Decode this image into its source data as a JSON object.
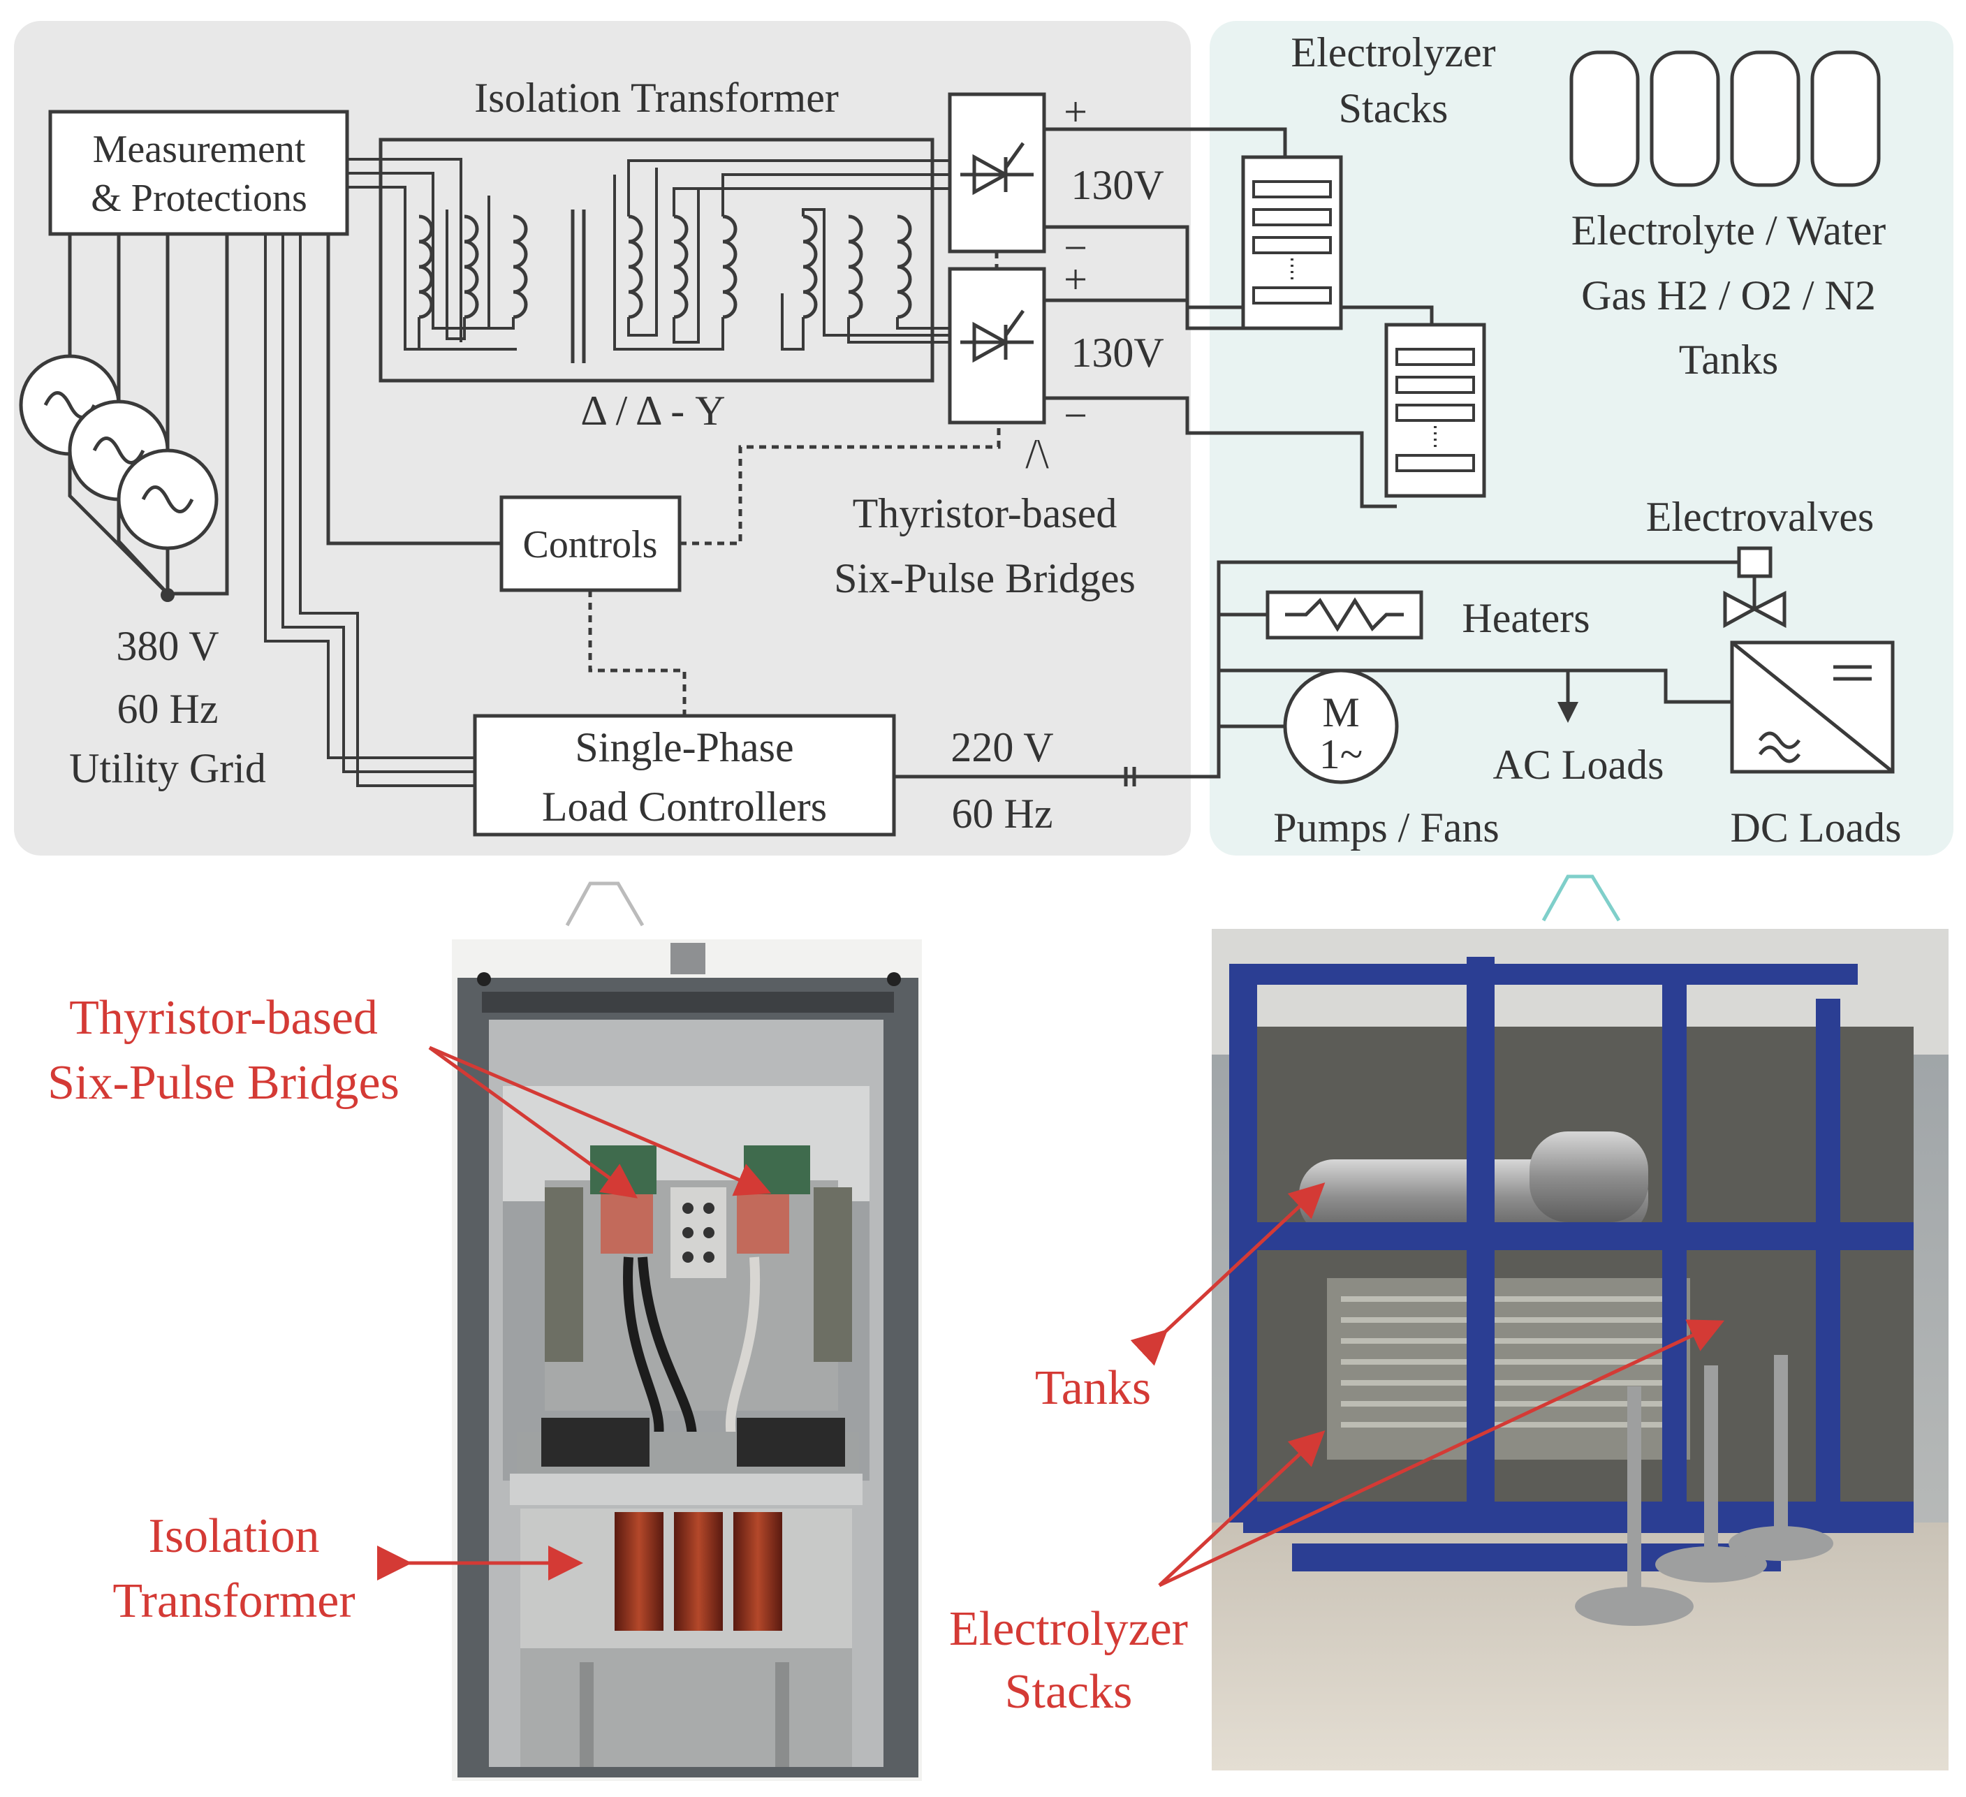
{
  "diagram": {
    "isolation_transformer": "Isolation Transformer",
    "measurement_line1": "Measurement",
    "measurement_line2": "& Protections",
    "transformer_config": "Δ / Δ - Y",
    "voltage_top": "130V",
    "voltage_bottom": "130V",
    "plus": "+",
    "minus": "−",
    "bridges_line1": "Thyristor-based",
    "bridges_line2": "Six-Pulse Bridges",
    "bridges_marker": "/\\",
    "controls": "Controls",
    "grid_line1": "380 V",
    "grid_line2": "60 Hz",
    "grid_line3": "Utility Grid",
    "load_ctrl_line1": "Single-Phase",
    "load_ctrl_line2": "Load Controllers",
    "ac_line1": "220 V",
    "ac_line2": "60 Hz",
    "stacks_line1": "Electrolyzer",
    "stacks_line2": "Stacks",
    "tanks_line1": "Electrolyte / Water",
    "tanks_line2": "Gas H2 / O2 / N2",
    "tanks_line3": "Tanks",
    "electrovalves": "Electrovalves",
    "heaters": "Heaters",
    "motor_m": "M",
    "motor_phase": "1~",
    "ac_loads": "AC Loads",
    "pumps_fans": "Pumps / Fans",
    "dc_loads": "DC Loads"
  },
  "photo_labels": {
    "bridges_line1": "Thyristor-based",
    "bridges_line2": "Six-Pulse Bridges",
    "transformer_line1": "Isolation",
    "transformer_line2": "Transformer",
    "tanks": "Tanks",
    "stacks_line1": "Electrolyzer",
    "stacks_line2": "Stacks"
  },
  "colors": {
    "panel_left": "#e8e8e8",
    "panel_right": "#e9f3f2",
    "line": "#3a3a3a",
    "annotation_red": "#d43a35",
    "frame_blue": "#2b3e93"
  }
}
